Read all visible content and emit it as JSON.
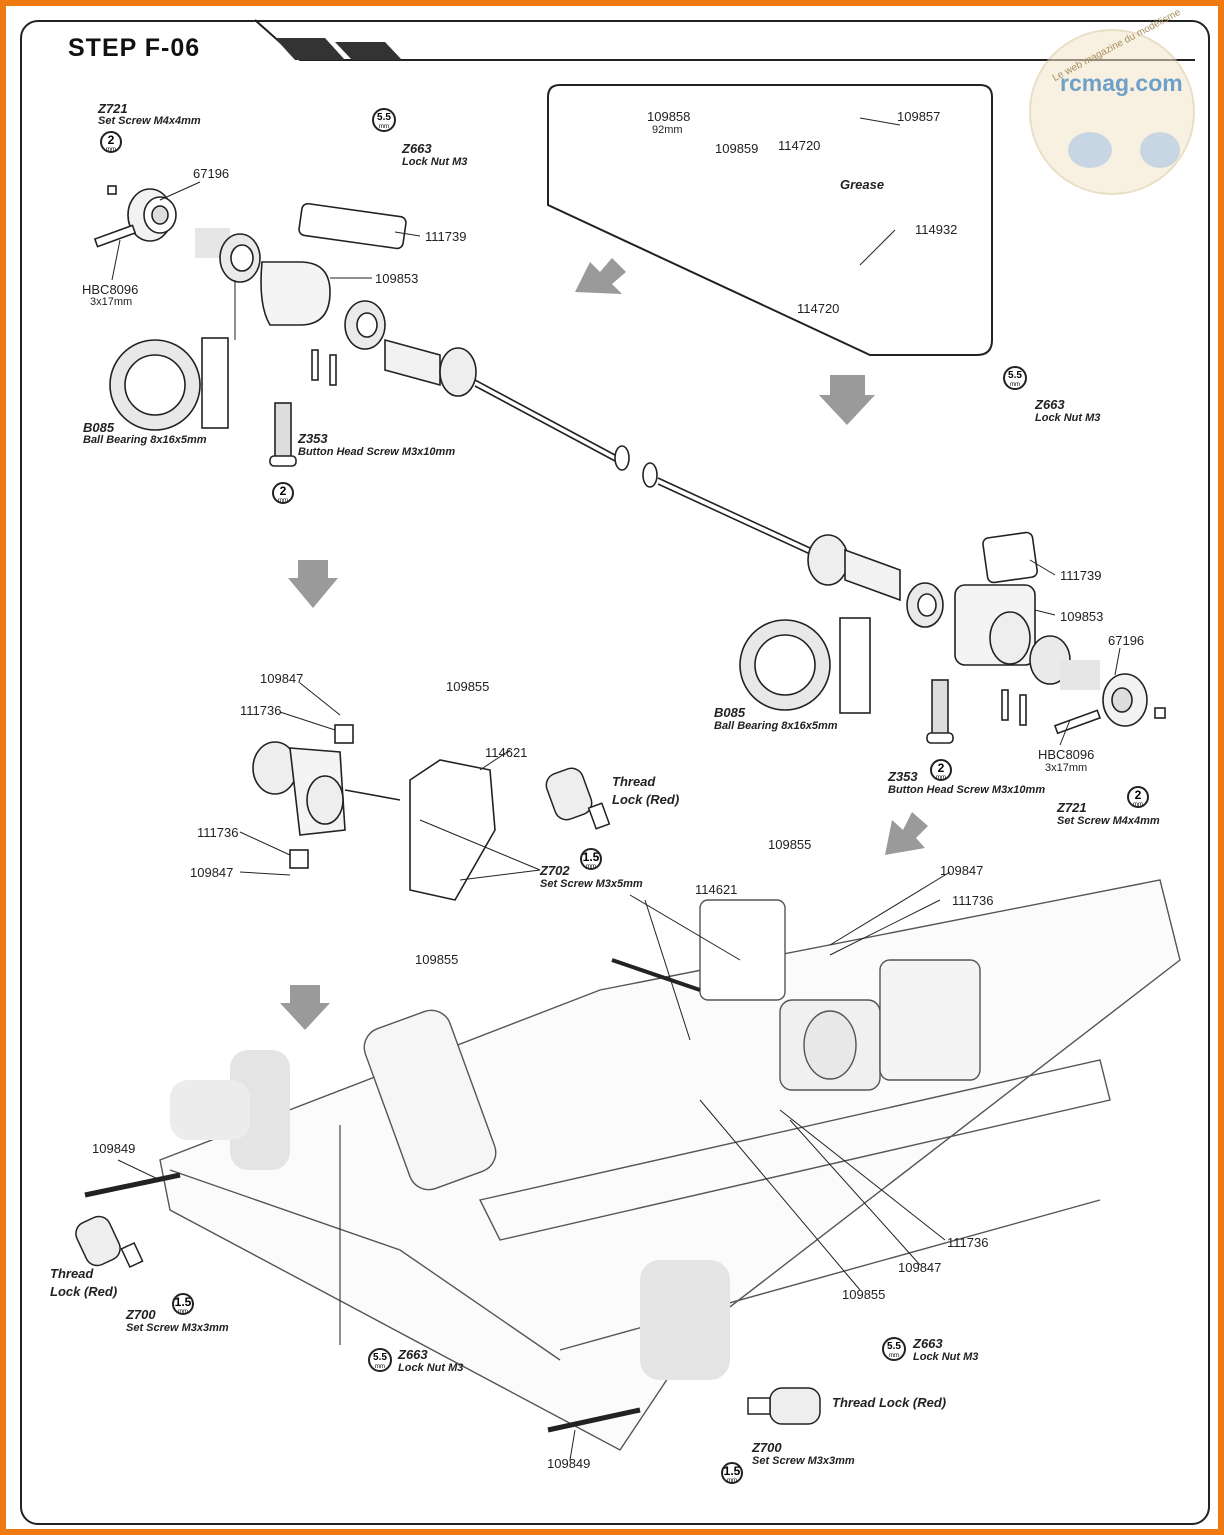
{
  "header": {
    "title": "STEP F-06"
  },
  "watermark": {
    "site": "rcmag.com",
    "tagline": "Le web magazine du modélisme"
  },
  "colors": {
    "frame": "#f07a12",
    "line": "#222222",
    "watermark": "#6fa0c8",
    "arrow": "#8a8a8a"
  },
  "labels": {
    "z721_code": "Z721",
    "z721_desc": "Set Screw M4x4mm",
    "z663_code": "Z663",
    "z663_desc": "Lock Nut M3",
    "p67196": "67196",
    "hbc8096": "HBC8096",
    "hbc8096_size": "3x17mm",
    "p111739": "111739",
    "p109853": "109853",
    "b085_code": "B085",
    "b085_desc": "Ball Bearing 8x16x5mm",
    "z353_code": "Z353",
    "z353_desc": "Button Head Screw M3x10mm",
    "p109858": "109858",
    "p109858_len": "92mm",
    "p109857": "109857",
    "p109859": "109859",
    "p114720": "114720",
    "grease": "Grease",
    "p114932": "114932",
    "p109847": "109847",
    "p111736": "111736",
    "p109855": "109855",
    "p114621": "114621",
    "thread_lock_line1": "Thread",
    "thread_lock_line2": "Lock (Red)",
    "thread_lock_full": "Thread Lock (Red)",
    "z702_code": "Z702",
    "z702_desc": "Set Screw M3x5mm",
    "p109849": "109849",
    "z700_code": "Z700",
    "z700_desc": "Set Screw M3x3mm"
  },
  "tools": {
    "hex2": "2",
    "hex55": "5.5",
    "hex15": "1.5",
    "unit": "mm"
  }
}
